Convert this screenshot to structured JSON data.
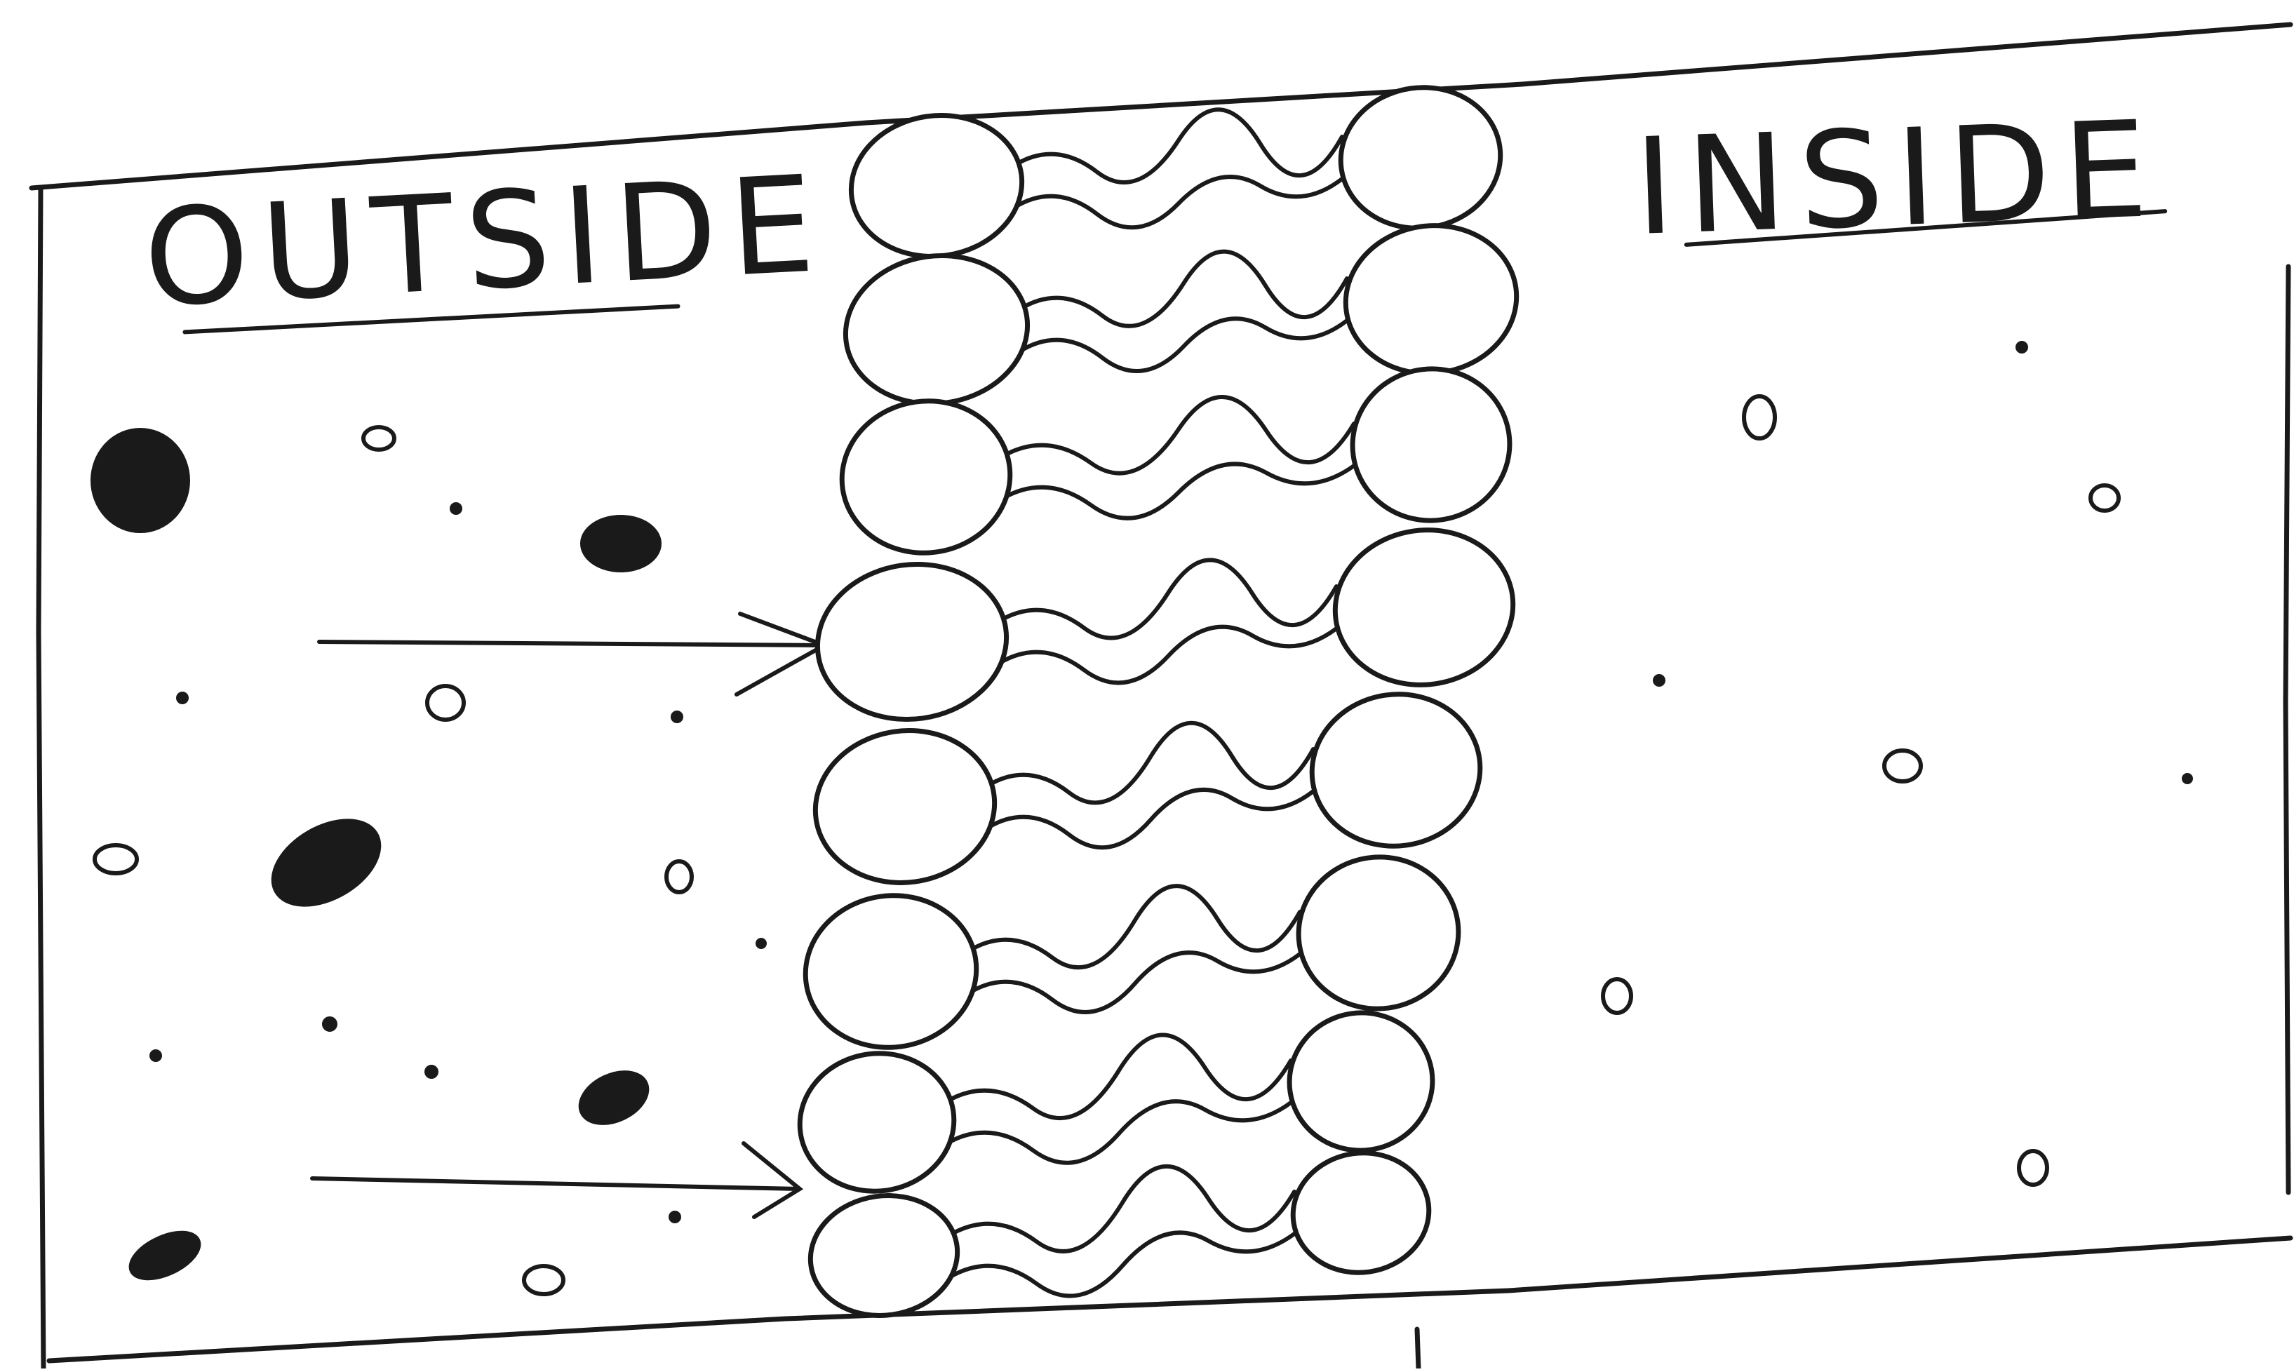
{
  "labels": {
    "outside": "OUTSIDE",
    "inside": "INSIDE"
  },
  "colors": {
    "ink": "#1a1a1a",
    "paper": "#ffffff"
  },
  "bilayer": {
    "pairs": 8
  },
  "icons": [
    "solid-particle-icon",
    "open-particle-icon",
    "arrow-icon",
    "phospholipid-head-icon",
    "lipid-tail-icon"
  ]
}
